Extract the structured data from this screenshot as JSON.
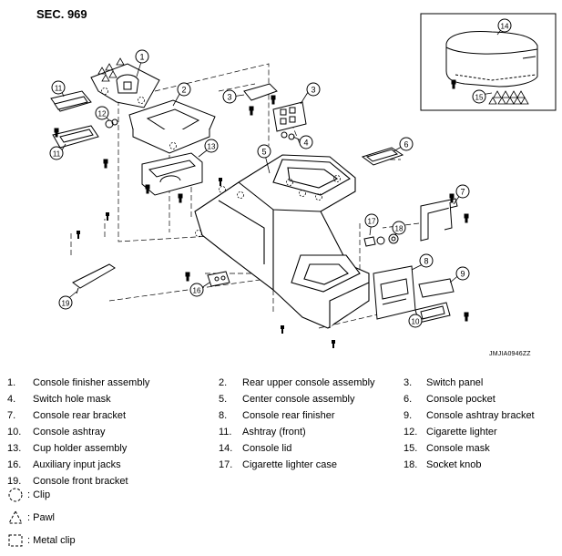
{
  "section": "SEC. 969",
  "figure_code": "JMJIA0946ZZ",
  "callouts": [
    "1",
    "2",
    "3",
    "3",
    "4",
    "5",
    "6",
    "7",
    "8",
    "9",
    "10",
    "11",
    "11",
    "12",
    "13",
    "14",
    "15",
    "16",
    "17",
    "18",
    "19"
  ],
  "parts": [
    {
      "num": "1.",
      "label": "Console finisher assembly"
    },
    {
      "num": "2.",
      "label": "Rear upper console assembly"
    },
    {
      "num": "3.",
      "label": "Switch panel"
    },
    {
      "num": "4.",
      "label": "Switch hole mask"
    },
    {
      "num": "5.",
      "label": "Center console assembly"
    },
    {
      "num": "6.",
      "label": "Console pocket"
    },
    {
      "num": "7.",
      "label": "Console rear bracket"
    },
    {
      "num": "8.",
      "label": "Console rear finisher"
    },
    {
      "num": "9.",
      "label": "Console ashtray bracket"
    },
    {
      "num": "10.",
      "label": "Console ashtray"
    },
    {
      "num": "11.",
      "label": "Ashtray (front)"
    },
    {
      "num": "12.",
      "label": "Cigarette lighter"
    },
    {
      "num": "13.",
      "label": "Cup holder assembly"
    },
    {
      "num": "14.",
      "label": "Console lid"
    },
    {
      "num": "15.",
      "label": "Console mask"
    },
    {
      "num": "16.",
      "label": "Auxiliary input jacks"
    },
    {
      "num": "17.",
      "label": "Cigarette lighter case"
    },
    {
      "num": "18.",
      "label": "Socket knob"
    },
    {
      "num": "19.",
      "label": "Console front bracket"
    }
  ],
  "symbols": [
    {
      "icon": "clip-icon",
      "label": ": Clip"
    },
    {
      "icon": "pawl-icon",
      "label": ": Pawl"
    },
    {
      "icon": "metal-clip-icon",
      "label": ": Metal clip"
    }
  ]
}
